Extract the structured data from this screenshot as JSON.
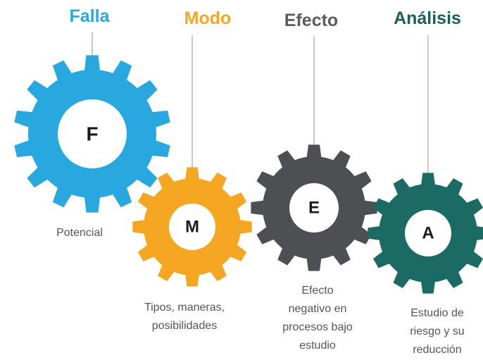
{
  "gears": [
    {
      "id": "falla",
      "title": "Falla",
      "letter": "F",
      "color": "#29A8E0",
      "title_color": "#29A8E0",
      "description": [
        "Potencial"
      ]
    },
    {
      "id": "modo",
      "title": "Modo",
      "letter": "M",
      "color": "#F5A623",
      "title_color": "#F5A623",
      "description": [
        "Tipos, maneras,",
        "posibilidades"
      ]
    },
    {
      "id": "efecto",
      "title": "Efecto",
      "letter": "E",
      "color": "#4D4F53",
      "title_color": "#5A5C60",
      "description": [
        "Efecto",
        "negativo en",
        "procesos bajo",
        "estudio"
      ]
    },
    {
      "id": "analisis",
      "title": "Análisis",
      "letter": "A",
      "color": "#1B6A63",
      "title_color": "#1B5E5A",
      "description": [
        "Estudio de",
        "riesgo y su",
        "reducción"
      ]
    }
  ],
  "connector_color": "#B5B5B5"
}
